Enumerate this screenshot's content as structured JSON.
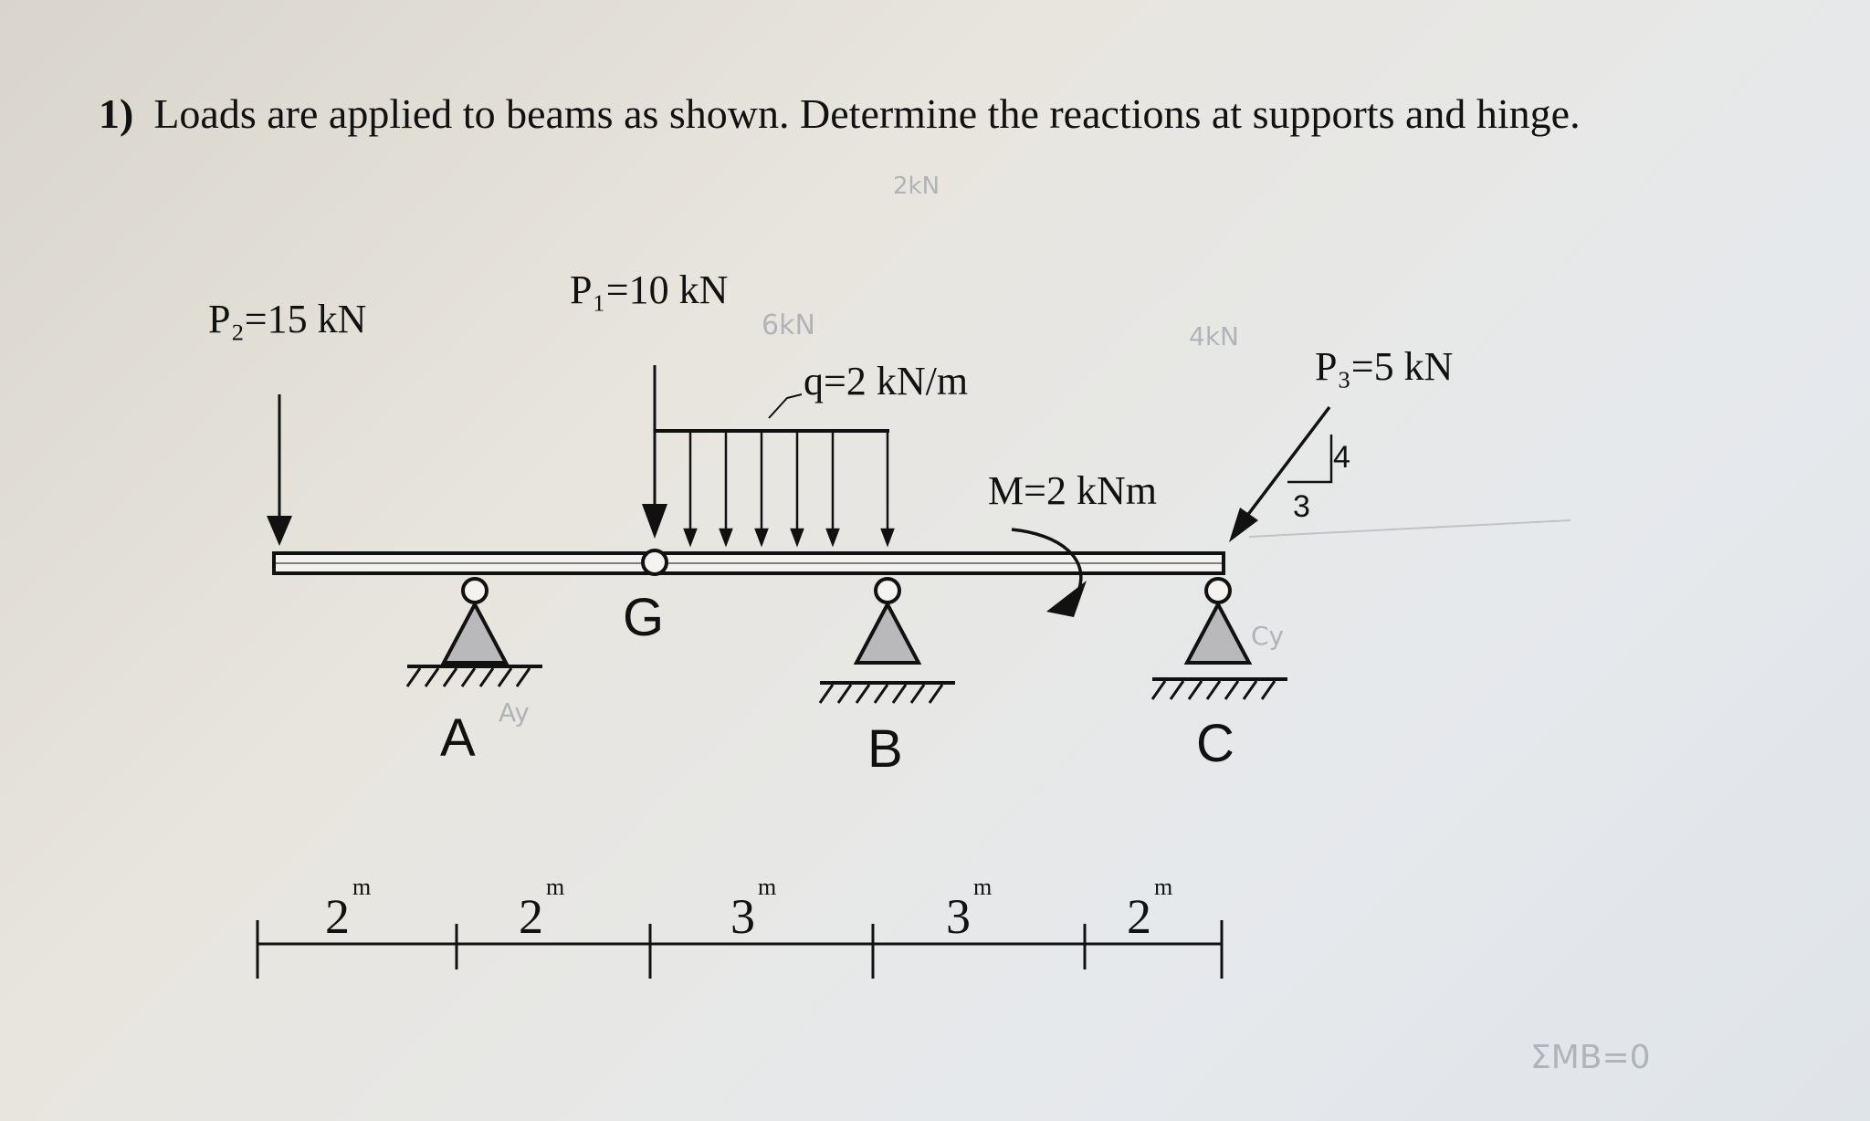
{
  "problem": {
    "number": "1)",
    "statement": "Loads are applied to beams as shown. Determine the reactions at supports and hinge."
  },
  "loads": {
    "p2": {
      "label": "P₂=15 kN",
      "value_kN": 15
    },
    "p1": {
      "label": "P₁=10 kN",
      "value_kN": 10
    },
    "q": {
      "label": "q=2 kN/m",
      "value_kN_per_m": 2
    },
    "m": {
      "label": "M=2 kNm",
      "value_kNm": 2
    },
    "p3": {
      "label": "P₃=5 kN",
      "value_kN": 5,
      "slope_rise": "4",
      "slope_run": "3"
    }
  },
  "supports": {
    "a": "A",
    "g": "G",
    "b": "B",
    "c": "C"
  },
  "dimensions": [
    {
      "value": "2",
      "unit": "m"
    },
    {
      "value": "2",
      "unit": "m"
    },
    {
      "value": "3",
      "unit": "m"
    },
    {
      "value": "3",
      "unit": "m"
    },
    {
      "value": "2",
      "unit": "m"
    }
  ],
  "pencil_notes": {
    "n1": "2kN",
    "n2": "6kN",
    "n3": "4kN",
    "n4": "Ay",
    "n5": "Cy",
    "n6": "ΣMB=0"
  },
  "colors": {
    "ink": "#111111",
    "support_fill": "#b9b8bb",
    "pencil": "#9a9fa6"
  }
}
